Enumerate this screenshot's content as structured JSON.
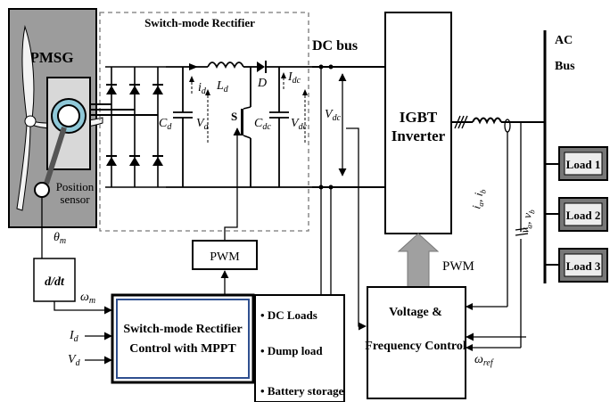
{
  "pmsg": {
    "label": "PMSG",
    "sensor_line1": "Position",
    "sensor_line2": "sensor"
  },
  "rectifier": {
    "title": "Switch-mode Rectifier",
    "id": "i",
    "id_sub": "d",
    "ld": "L",
    "ld_sub": "d",
    "diode": "D",
    "idc": "I",
    "idc_sub": "dc",
    "cd": "C",
    "cd_sub": "d",
    "vd": "V",
    "vd_sub": "d",
    "switch": "S",
    "cdc": "C",
    "cdc_sub": "dc",
    "vdc": "V",
    "vdc_sub": "dc"
  },
  "dc_bus": {
    "label": "DC bus",
    "vdc": "V",
    "vdc_sub": "dc"
  },
  "inverter": {
    "line1": "IGBT",
    "line2": "Inverter"
  },
  "ac_bus": {
    "line1": "AC",
    "line2": "Bus"
  },
  "loads": [
    "Load 1",
    "Load 2",
    "Load 3"
  ],
  "ac_meas": {
    "currents": "i",
    "currents_sub": "a",
    "currents_sep": ", i",
    "currents_sub2": "b",
    "voltages": "v",
    "voltages_sub": "a",
    "voltages_sep": ", v",
    "voltages_sub2": "b"
  },
  "pwm_left": "PWM",
  "pwm_right": "PWM",
  "deriv": "d/dt",
  "theta": "θ",
  "theta_sub": "m",
  "omega": "ω",
  "omega_sub": "m",
  "control": {
    "line1": "Switch-mode Rectifier",
    "line2": "Control with MPPT",
    "in1": "I",
    "in1_sub": "d",
    "in2": "V",
    "in2_sub": "d"
  },
  "dc_loads": [
    "DC Loads",
    "Dump load",
    "Battery storage"
  ],
  "vf": {
    "line1": "Voltage &",
    "line2": "Frequency Control",
    "omega": "ω",
    "omega_sub": "ref"
  }
}
